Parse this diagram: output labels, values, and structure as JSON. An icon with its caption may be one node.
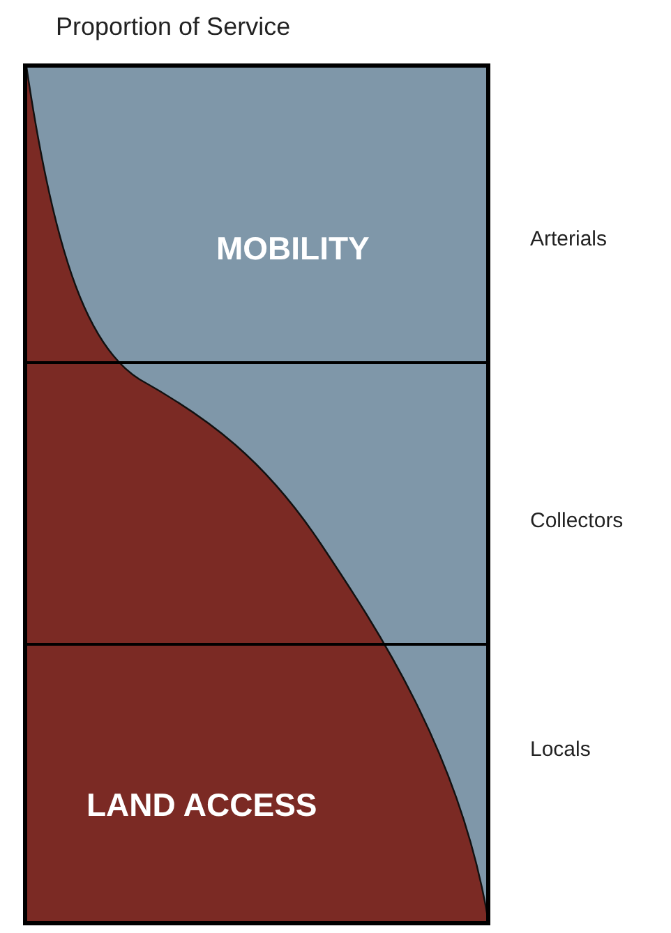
{
  "diagram": {
    "title": "Proportion of Service",
    "labels": [
      "MOBILITY",
      "Arterials",
      "Collectors",
      "Locals",
      "LAND ACCESS"
    ]
  }
}
